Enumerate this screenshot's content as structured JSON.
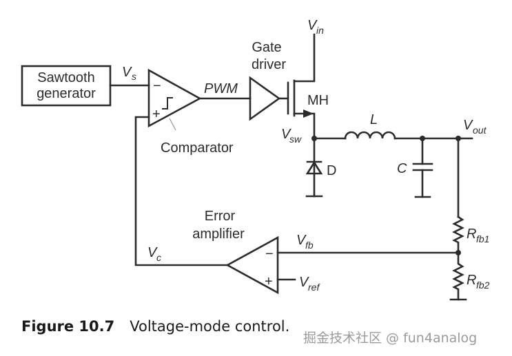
{
  "diagram": {
    "blocks": {
      "sawtooth": {
        "line1": "Sawtooth",
        "line2": "generator"
      },
      "comparator": {
        "label": "Comparator",
        "minus": "−",
        "plus": "+"
      },
      "gate_driver": {
        "line1": "Gate",
        "line2": "driver"
      },
      "error_amplifier": {
        "line1": "Error",
        "line2": "amplifier",
        "minus": "−",
        "plus": "+"
      }
    },
    "components": {
      "mosfet": "MH",
      "diode": "D",
      "inductor": "L",
      "capacitor": "C",
      "rfb1": {
        "main": "R",
        "sub": "fb1"
      },
      "rfb2": {
        "main": "R",
        "sub": "fb2"
      }
    },
    "nodes": {
      "vs": {
        "main": "V",
        "sub": "s"
      },
      "pwm": "PWM",
      "vin": {
        "main": "V",
        "sub": "in"
      },
      "vsw": {
        "main": "V",
        "sub": "sw"
      },
      "vout": {
        "main": "V",
        "sub": "out"
      },
      "vfb": {
        "main": "V",
        "sub": "fb"
      },
      "vref": {
        "main": "V",
        "sub": "ref"
      },
      "vc": {
        "main": "V",
        "sub": "c"
      }
    }
  },
  "caption": {
    "figure_number": "Figure 10.7",
    "text": "Voltage-mode control."
  },
  "watermark": "掘金技术社区 @ fun4analog"
}
